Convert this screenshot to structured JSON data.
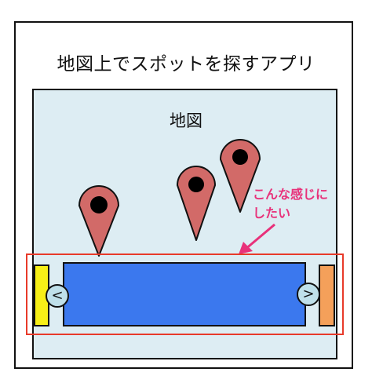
{
  "app": {
    "title": "地図上でスポットを探すアプリ"
  },
  "map": {
    "label": "地図",
    "background_color": "#ddedf3",
    "pin_color": "#d26a68",
    "pins": [
      "map-pin",
      "map-pin",
      "map-pin"
    ]
  },
  "annotation": {
    "line1": "こんな感じに",
    "line2": "したい",
    "color": "#e8327a",
    "highlight_color": "#e83a2a"
  },
  "carousel": {
    "prev_label": "<",
    "next_label": ">",
    "main_card_color": "#3b78ee",
    "left_card_color": "#f7ef17",
    "right_card_color": "#f4a05a"
  }
}
